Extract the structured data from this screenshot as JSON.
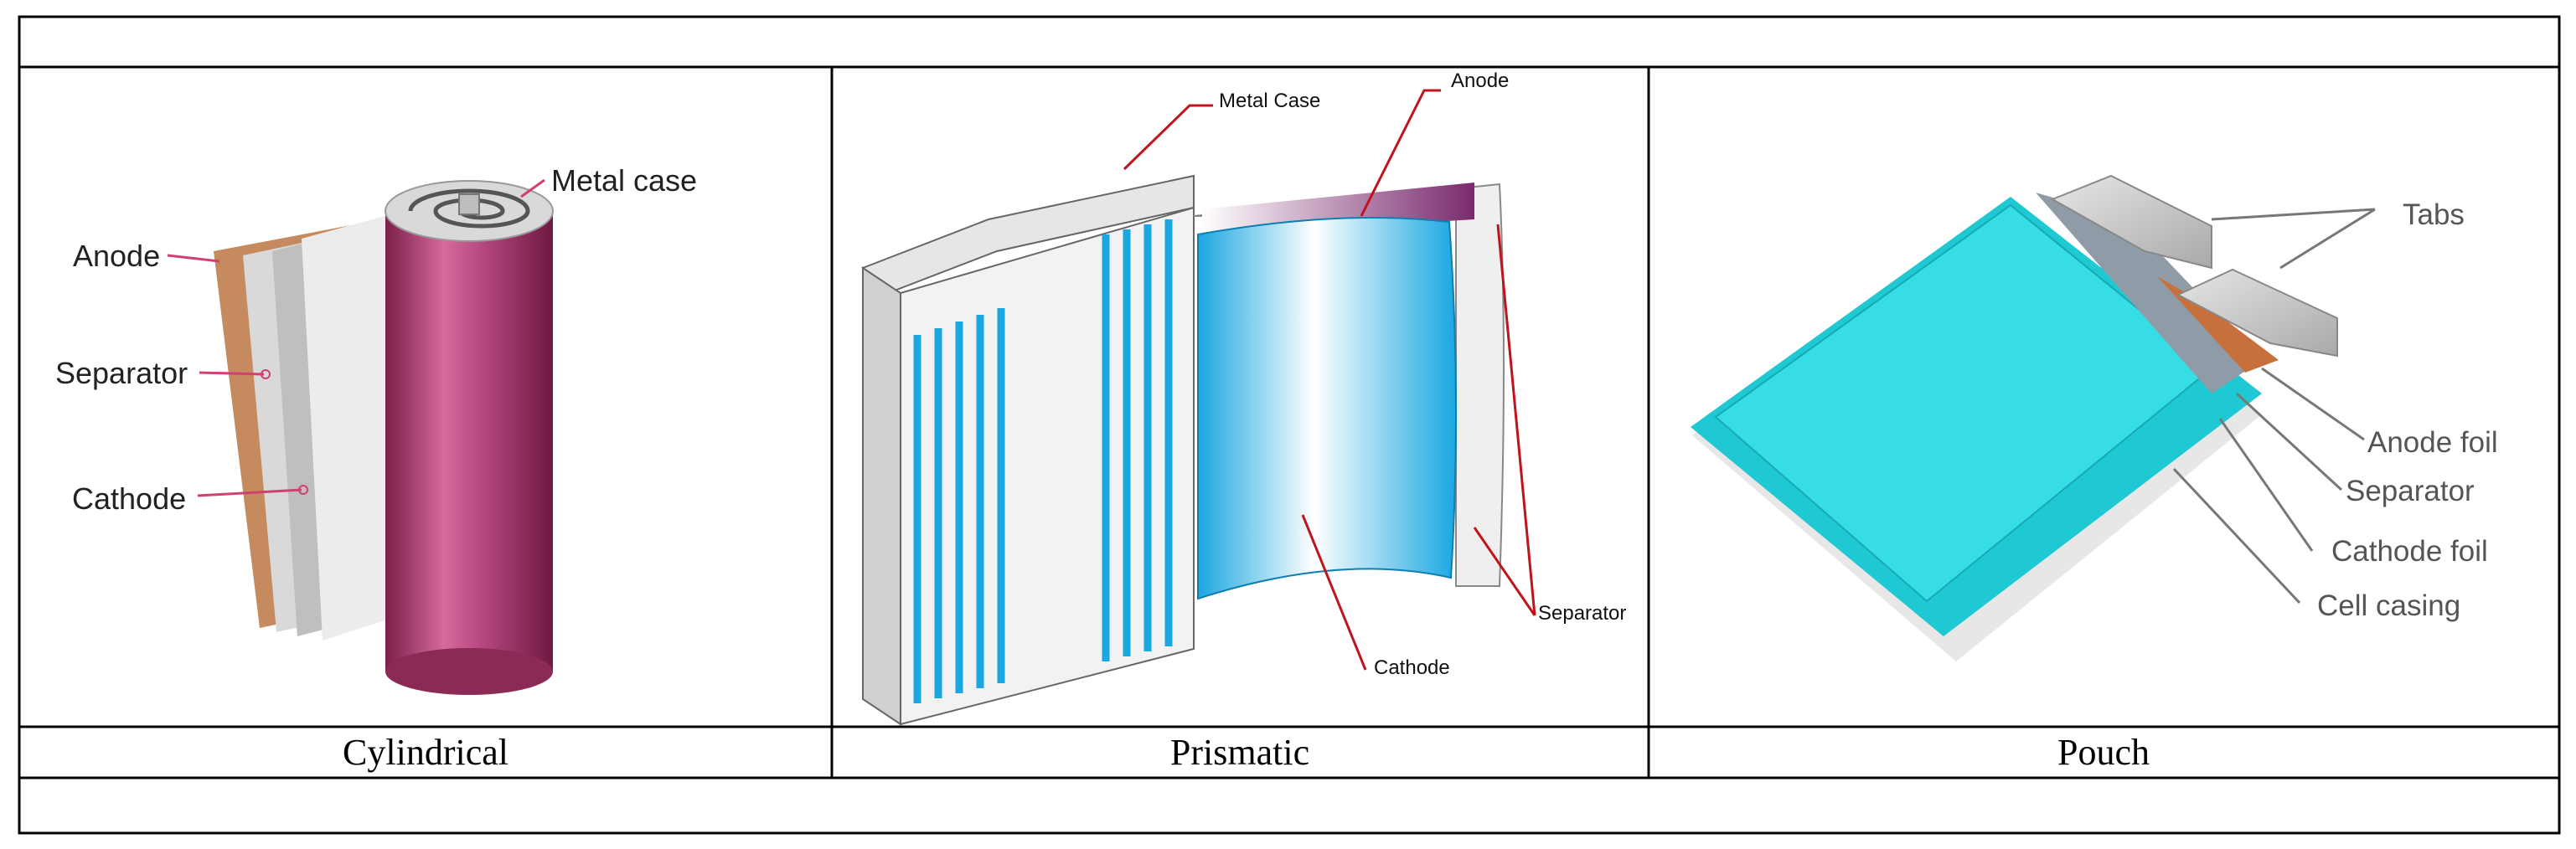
{
  "table": {
    "captions": [
      "Cylindrical",
      "Prismatic",
      "Pouch"
    ]
  },
  "cylindrical": {
    "labels": {
      "anode": "Anode",
      "separator": "Separator",
      "cathode": "Cathode",
      "metal_case": "Metal case"
    }
  },
  "prismatic": {
    "labels": {
      "metal_case": "Metal Case",
      "anode": "Anode",
      "separator": "Separator",
      "cathode": "Cathode"
    },
    "colors": {
      "leader": "#c0141c",
      "electrode": "#1aa7e0",
      "anode_fill": "#7a2a6e"
    }
  },
  "pouch": {
    "labels": {
      "tabs": "Tabs",
      "anode_foil": "Anode foil",
      "separator": "Separator",
      "cathode_foil": "Cathode foil",
      "cell_casing": "Cell casing"
    },
    "colors": {
      "body": "#2ad4dc",
      "anode_foil": "#c8703c"
    }
  },
  "colors": {
    "cyl_case": "#b83a78",
    "border": "#000000"
  }
}
